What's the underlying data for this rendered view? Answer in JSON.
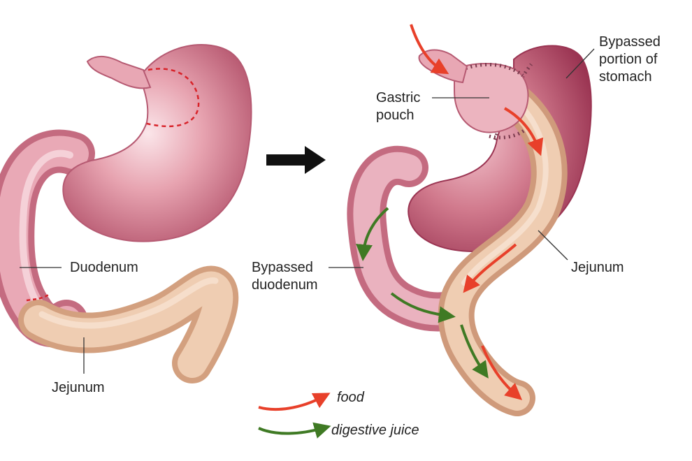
{
  "labels": {
    "left_duodenum": "Duodenum",
    "left_jejunum": "Jejunum",
    "gastric_pouch": [
      "Gastric",
      "pouch"
    ],
    "bypassed_stomach": [
      "Bypassed",
      "portion of",
      "stomach"
    ],
    "bypassed_duodenum": [
      "Bypassed",
      "duodenum"
    ],
    "right_jejunum": "Jejunum"
  },
  "legend": {
    "food": "food",
    "digestive_juice": "digestive juice"
  },
  "colors": {
    "stomach": "#d9808f",
    "stomach_dark": "#a63c58",
    "jejunum": "#f0c9a8",
    "food_arrow": "#e8402a",
    "juice_arrow": "#3f7a24",
    "cut_line": "#d8232a",
    "staple": "#7a3b4e"
  }
}
